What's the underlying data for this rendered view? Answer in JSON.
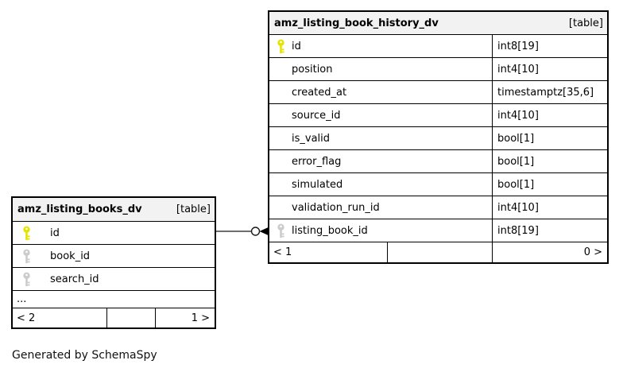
{
  "diagram": {
    "note": "Generated by SchemaSpy",
    "colors": {
      "pk_key": "#e4e400",
      "fk_key": "#cccccc",
      "header_bg": "#f2f2f2",
      "row_bg": "#ffffff",
      "border": "#000000",
      "edge": "#3f3f3f"
    },
    "tables": {
      "history": {
        "title": "amz_listing_book_history_dv",
        "badge": "[table]",
        "columns": [
          {
            "name": "id",
            "type": "int8[19]",
            "key": "primary"
          },
          {
            "name": "position",
            "type": "int4[10]",
            "key": "none"
          },
          {
            "name": "created_at",
            "type": "timestamptz[35,6]",
            "key": "none"
          },
          {
            "name": "source_id",
            "type": "int4[10]",
            "key": "none"
          },
          {
            "name": "is_valid",
            "type": "bool[1]",
            "key": "none"
          },
          {
            "name": "error_flag",
            "type": "bool[1]",
            "key": "none"
          },
          {
            "name": "simulated",
            "type": "bool[1]",
            "key": "none"
          },
          {
            "name": "validation_run_id",
            "type": "int4[10]",
            "key": "none"
          },
          {
            "name": "listing_book_id",
            "type": "int8[19]",
            "key": "foreign"
          }
        ],
        "footer": {
          "parents": "< 1",
          "children": "0 >"
        }
      },
      "books": {
        "title": "amz_listing_books_dv",
        "badge": "[table]",
        "columns": [
          {
            "name": "id",
            "key": "primary"
          },
          {
            "name": "book_id",
            "key": "foreign"
          },
          {
            "name": "search_id",
            "key": "foreign"
          }
        ],
        "ellipsis": "...",
        "footer": {
          "parents": "< 2",
          "children": "1 >"
        }
      }
    },
    "relationship": {
      "from_table": "amz_listing_books_dv",
      "from_column": "id",
      "to_table": "amz_listing_book_history_dv",
      "to_column": "listing_book_id"
    }
  }
}
